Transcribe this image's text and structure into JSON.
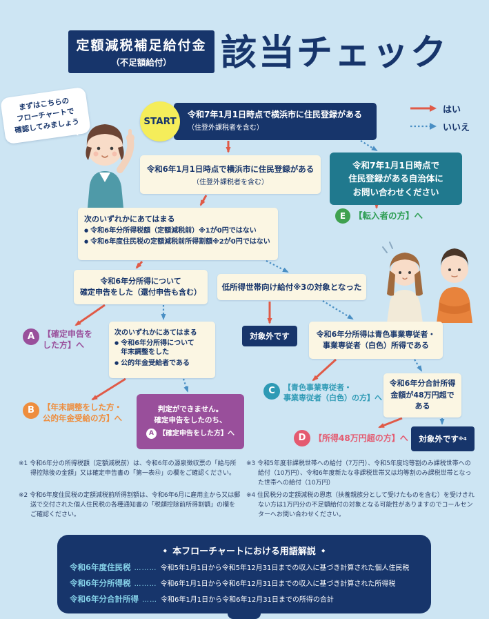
{
  "header": {
    "badge_line1": "定額減税補足給付金",
    "badge_line2": "（不足額給付）",
    "title": "該当チェック"
  },
  "intro_bubble": "まずはこちらの\nフローチャートで\n確認してみましょう",
  "legend": {
    "yes": "はい",
    "no": "いいえ"
  },
  "flow": {
    "start": "START",
    "bullet": "●",
    "q1_main": "令和7年1月1日時点で横浜市に住民登録がある",
    "q1_sub": "（住登外課税者を含む）",
    "transfer_box": "令和7年1月1日時点で\n住民登録がある自治体に\nお問い合わせください",
    "e_label": "E",
    "e_text": "【転入者の方】へ",
    "q2_main": "令和6年1月1日時点で横浜市に住民登録がある",
    "q2_sub": "（住登外課税者を含む）",
    "q3_title": "次のいずれかにあてはまる",
    "q3_item1": "令和6年分所得税額（定額減税前）※1が0円ではない",
    "q3_item2": "令和6年度住民税の定額減税前所得割額※2が0円ではない",
    "q4_text": "令和6年分所得について\n確定申告をした（還付申告も含む）",
    "q5_text": "低所得世帯向け給付※3の対象となった",
    "a_label": "A",
    "a_text": "【確定申告を\nした方】へ",
    "q6_title": "次のいずれかにあてはまる",
    "q6_item1": "令和6年分所得について\n年末調整をした",
    "q6_item2": "公的年金受給者である",
    "outside1": "対象外です",
    "q7_text": "令和6年分所得は青色事業専従者・\n事業専従者（白色）所得である",
    "b_label": "B",
    "b_text": "【年末調整をした方・\n公的年金受給の方】へ",
    "cannot_line1": "判定ができません。",
    "cannot_line2": "確定申告をしたのち、",
    "cannot_badge": "A",
    "cannot_line3": "【確定申告をした方】へ",
    "c_label": "C",
    "c_text": "【青色事業専従者・\n事業専従者（白色）の方】へ",
    "q8_text": "令和6年分合計所得\n金額が48万円超で\nある",
    "d_label": "D",
    "d_text": "【所得48万円超の方】へ",
    "outside2_main": "対象外です",
    "outside2_sup": "※4"
  },
  "footnotes": {
    "n1": "※1 令和6年分の所得税額（定額減税前）は、令和6年の源泉徴収票の「給与所得控除後の金額」又は確定申告書の「第一表㊸」の欄をご確認ください。",
    "n2": "※2 令和6年度住民税の定額減税前所得割額は、令和6年6月に雇用主から又は郵送で交付された個人住民税の各種通知書の「税額控除前所得割額」の欄をご確認ください。",
    "n3": "※3 令和5年度非課税世帯への給付（7万円）、令和5年度均等割のみ課税世帯への給付（10万円）、令和6年度新たな非課税世帯又は均等割のみ課税世帯となった世帯への給付（10万円）",
    "n4": "※4 住民税分の定額減税の恩恵（扶養親族分として受けたものを含む）を受けきれない方は1万円分の不足額給付の対象となる可能性がありますのでコールセンターへお問い合わせください。"
  },
  "glossary": {
    "bullet": "◆",
    "title": "本フローチャートにおける用語解説",
    "items": [
      {
        "term": "令和6年度住民税",
        "dots": "………",
        "desc": "令和5年1月1日から令和5年12月31日までの収入に基づき計算された個人住民税"
      },
      {
        "term": "令和6年分所得税",
        "dots": "………",
        "desc": "令和6年1月1日から令和6年12月31日までの収入に基づき計算された所得税"
      },
      {
        "term": "令和6年分合計所得",
        "dots": "……",
        "desc": "令和6年1月1日から令和6年12月31日までの所得の合計"
      }
    ]
  },
  "colors": {
    "navy": "#17356b",
    "cream": "#fbf6e3",
    "teal": "#20798e",
    "green": "#3fa14f",
    "purple": "#994f9b",
    "orange": "#ee8d3d",
    "cyan": "#2e9ab5",
    "red": "#e45a70",
    "arrow_yes": "#e05a47",
    "arrow_no": "#4a8fc4",
    "background": "#cde5f3",
    "start_yellow": "#f5ed5a"
  }
}
